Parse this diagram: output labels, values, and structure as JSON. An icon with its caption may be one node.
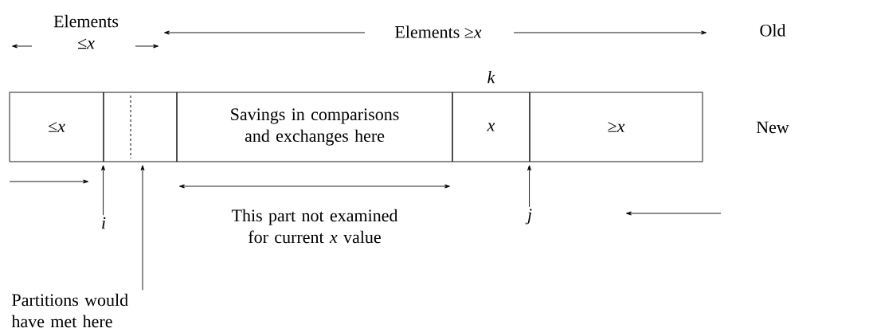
{
  "diagram": {
    "nodes": [
      {
        "text": [
          "≤*x*"
        ]
      },
      {
        "text": [],
        "shape": "box"
      },
      {
        "text": [
          "Savings in comparisons and exchanges here"
        ]
      },
      {
        "text": [
          "*x*"
        ],
        "beside": [
          "k"
        ]
      },
      {
        "text": [
          "≥*x*"
        ]
      },
      {
        "text": [
          "i"
        ]
      },
      {
        "text": [
          "j"
        ]
      },
      {
        "text": [
          "Partitions would have met here"
        ]
      }
    ],
    "edges": [
      {
        "from": 5,
        "to": 1,
        "arrow": "to"
      },
      {
        "from": 6,
        "to": 4,
        "arrow": "to"
      },
      {
        "from": 7,
        "to": 1,
        "arrow": "to"
      }
    ],
    "labels": [
      "Elements ≤*x*",
      "Elements ≥*x*",
      "Old",
      "New",
      "This part not examined for current *x* value"
    ]
  }
}
